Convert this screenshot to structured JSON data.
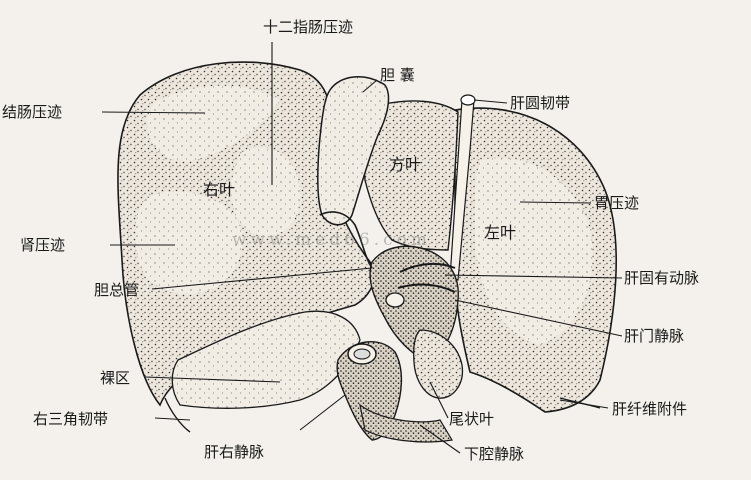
{
  "colors": {
    "ink": "#1a1a1a",
    "paper": "#f4f1ec"
  },
  "labels": {
    "duodenal_impression": "十二指肠压迹",
    "gallbladder": "胆 囊",
    "round_ligament": "肝圆韧带",
    "colic_impression": "结肠压迹",
    "quadrate_lobe": "方叶",
    "right_lobe": "右叶",
    "gastric_impression": "胃压迹",
    "renal_impression": "肾压迹",
    "left_lobe": "左叶",
    "common_bile_duct": "胆总管",
    "proper_hepatic_artery": "肝固有动脉",
    "portal_vein": "肝门静脉",
    "bare_area": "裸区",
    "fibrous_appendix": "肝纤维附件",
    "right_triangular_ligament": "右三角韧带",
    "caudate_lobe": "尾状叶",
    "right_hepatic_vein": "肝右静脉",
    "inferior_vena_cava": "下腔静脉"
  },
  "watermark": "www.med66.com"
}
